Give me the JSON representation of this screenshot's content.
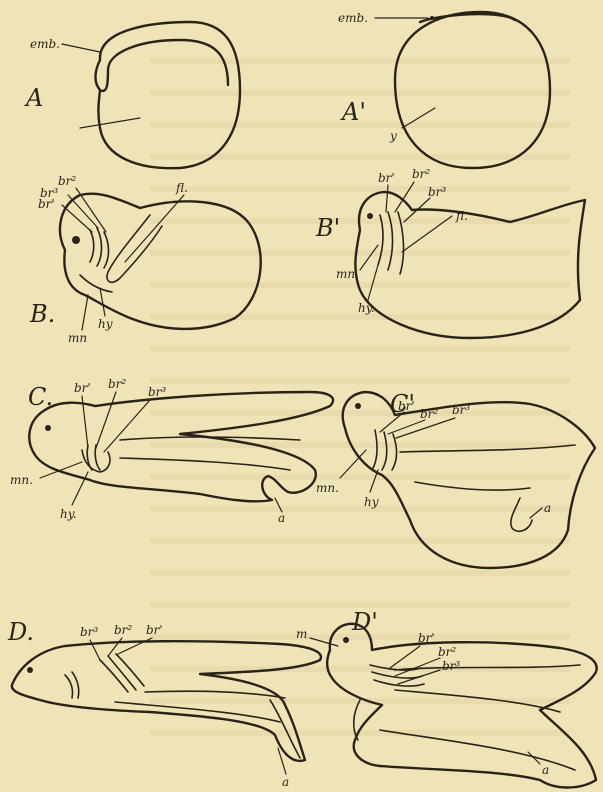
{
  "figures": {
    "A": {
      "letter": "A",
      "labels": {
        "emb": "emb."
      }
    },
    "A_prime": {
      "letter": "A'",
      "labels": {
        "emb": "emb.",
        "y": "y"
      }
    },
    "B": {
      "letter": "B.",
      "labels": {
        "br1": "br'",
        "br2": "br²",
        "br3": "br³",
        "fl": "fl.",
        "hy": "hy",
        "mn": "mn"
      }
    },
    "B_prime": {
      "letter": "B'",
      "labels": {
        "br1": "br'",
        "br2": "br²",
        "br3": "br³",
        "fl": "fl.",
        "mn": "mn.",
        "hy": "hy."
      }
    },
    "C": {
      "letter": "C.",
      "labels": {
        "br1": "br'",
        "br2": "br²",
        "br3": "br³",
        "mn": "mn.",
        "hy": "hy.",
        "a": "a"
      }
    },
    "C_prime": {
      "letter": "C'",
      "labels": {
        "br1": "br'",
        "br2": "br²",
        "br3": "br³",
        "mn": "mn.",
        "hy": "hy",
        "a": "a"
      }
    },
    "D": {
      "letter": "D.",
      "labels": {
        "br3": "br³",
        "br2": "br²",
        "br1": "br'",
        "a": "a"
      }
    },
    "D_prime": {
      "letter": "D'",
      "labels": {
        "m": "m",
        "br1": "br'",
        "br2": "br²",
        "br3": "br³",
        "a": "a"
      }
    }
  },
  "colors": {
    "paper": "#efe4b8",
    "ink": "#2a2418"
  }
}
